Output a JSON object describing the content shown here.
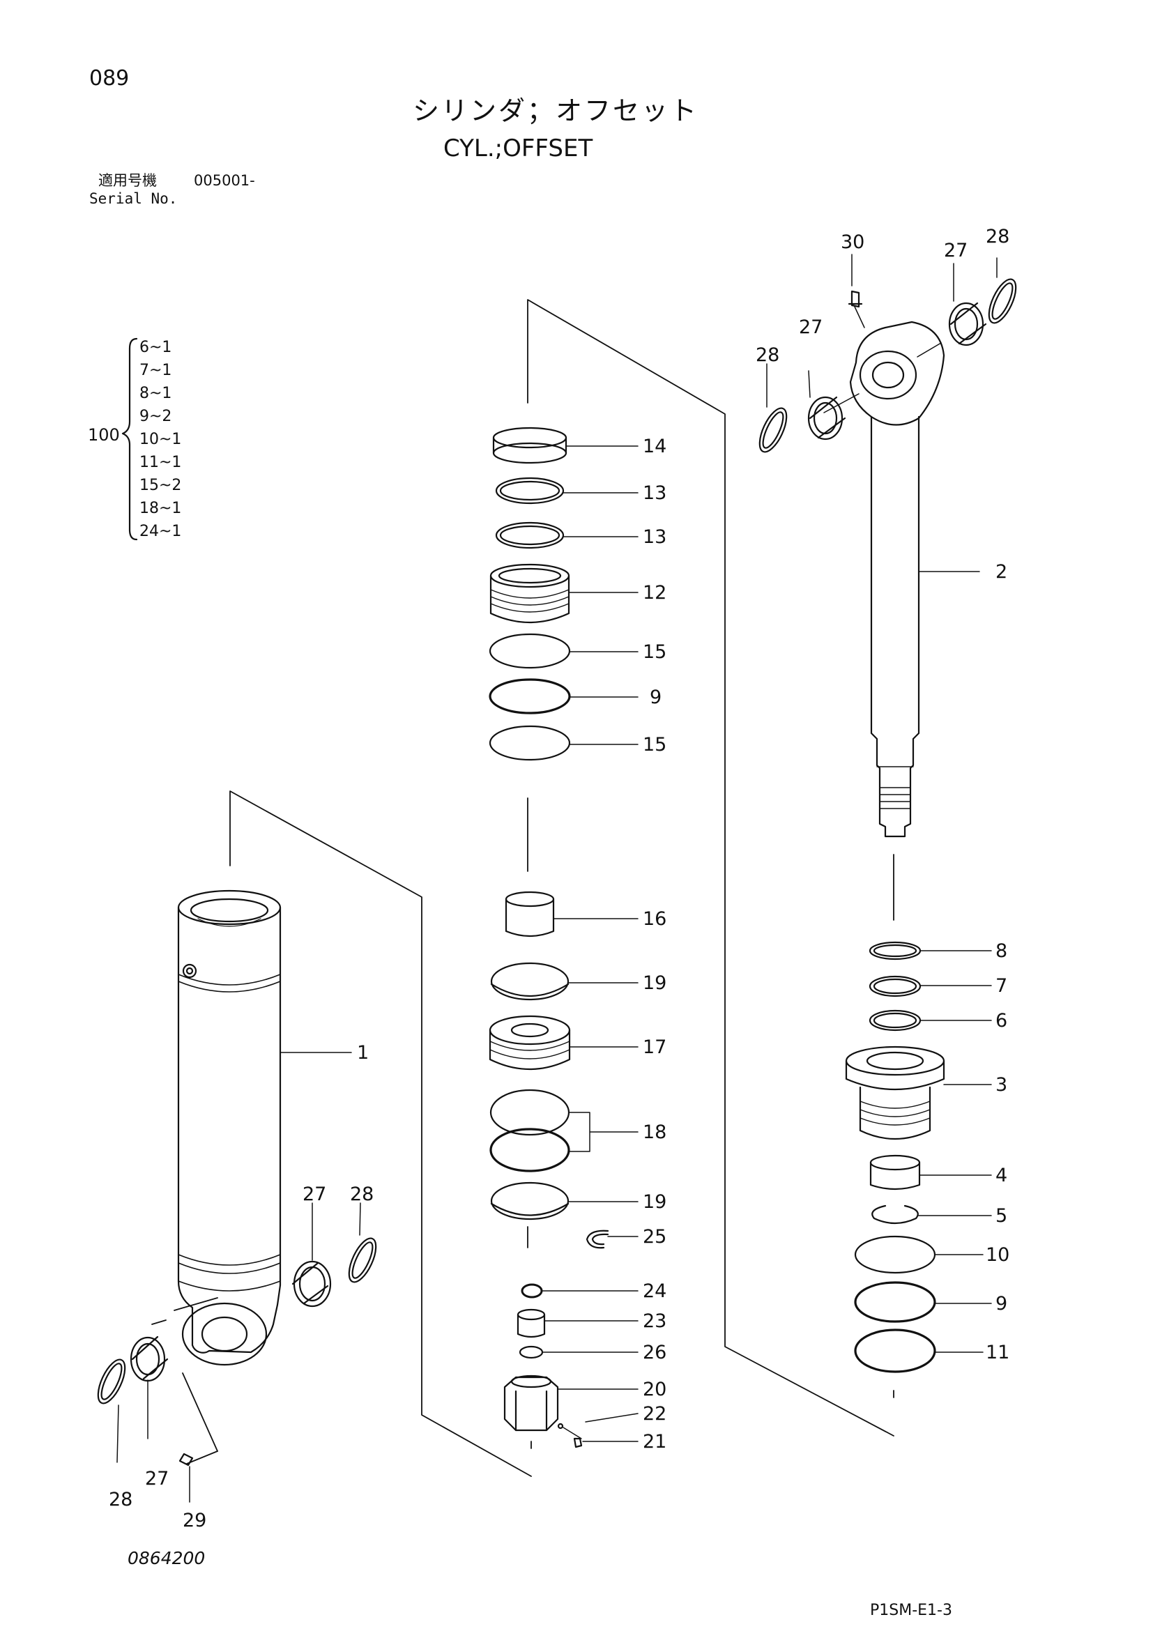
{
  "page_number": "089",
  "title_jp": "シリンダ；オフセット",
  "title_en": "CYL.;OFFSET",
  "serial": {
    "label_jp": "適用号機",
    "label_en": "Serial No.",
    "value": "005001-"
  },
  "kit": {
    "number": "100",
    "items": [
      "6~1",
      "7~1",
      "8~1",
      "9~2",
      "10~1",
      "11~1",
      "15~2",
      "18~1",
      "24~1"
    ]
  },
  "callouts": {
    "c1": "1",
    "c2": "2",
    "c3": "3",
    "c4": "4",
    "c5": "5",
    "c6": "6",
    "c7": "7",
    "c8": "8",
    "c9a": "9",
    "c9b": "9",
    "c10": "10",
    "c11": "11",
    "c12": "12",
    "c13a": "13",
    "c13b": "13",
    "c14": "14",
    "c15a": "15",
    "c15b": "15",
    "c16": "16",
    "c17": "17",
    "c18": "18",
    "c19a": "19",
    "c19b": "19",
    "c20": "20",
    "c21": "21",
    "c22": "22",
    "c23": "23",
    "c24": "24",
    "c25": "25",
    "c26": "26",
    "c27a": "27",
    "c27b": "27",
    "c27c": "27",
    "c27d": "27",
    "c28a": "28",
    "c28b": "28",
    "c28c": "28",
    "c28d": "28",
    "c29": "29",
    "c30": "30"
  },
  "drawing_number": "0864200",
  "page_code": "P1SM-E1-3"
}
